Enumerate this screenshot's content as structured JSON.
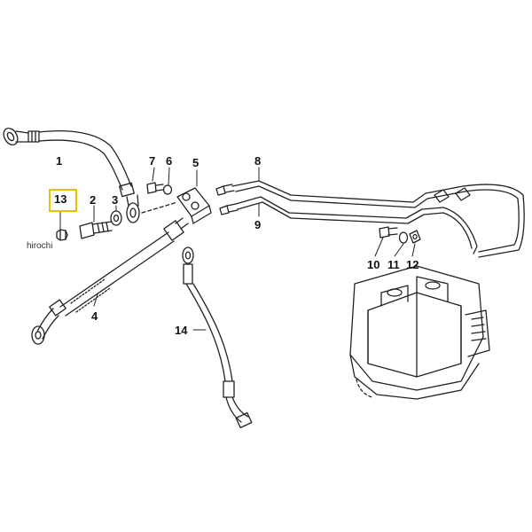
{
  "callouts": [
    "1",
    "2",
    "3",
    "4",
    "5",
    "6",
    "7",
    "8",
    "9",
    "10",
    "11",
    "12",
    "13",
    "14"
  ],
  "highlighted_callout": "13",
  "watermark": "hirochi",
  "colors": {
    "line": "#222222",
    "highlight": "#e8c200",
    "background": "#ffffff"
  }
}
